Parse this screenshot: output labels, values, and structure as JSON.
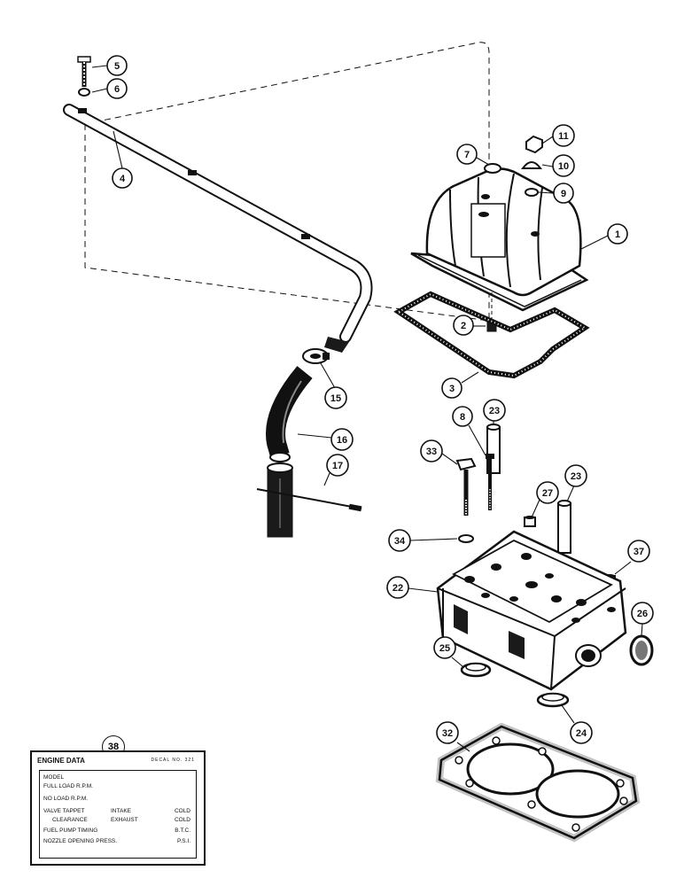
{
  "callouts": {
    "c1": "1",
    "c2": "2",
    "c3": "3",
    "c4": "4",
    "c5": "5",
    "c6": "6",
    "c7": "7",
    "c8": "8",
    "c9": "9",
    "c10": "10",
    "c11": "11",
    "c15": "15",
    "c16": "16",
    "c17": "17",
    "c22": "22",
    "c23a": "23",
    "c23b": "23",
    "c24": "24",
    "c25": "25",
    "c26": "26",
    "c27": "27",
    "c32": "32",
    "c33": "33",
    "c34": "34",
    "c37": "37",
    "c38": "38"
  },
  "decal": {
    "title": "ENGINE DATA",
    "decal_no": "DECAL NO. 321",
    "rows": [
      {
        "left": "MODEL",
        "mid": "",
        "right": ""
      },
      {
        "left": "FULL LOAD R.P.M.",
        "mid": "",
        "right": ""
      },
      {
        "left": "NO LOAD R.P.M.",
        "mid": "",
        "right": ""
      },
      {
        "left": "VALVE TAPPET",
        "mid": "INTAKE",
        "right": "COLD"
      },
      {
        "left": "   CLEARANCE",
        "mid": "EXHAUST",
        "right": "COLD"
      },
      {
        "left": "FUEL PUMP TIMING",
        "mid": "",
        "right": "B.T.C."
      },
      {
        "left": "NOZZLE OPENING PRESS.",
        "mid": "",
        "right": "P.S.I."
      }
    ]
  }
}
